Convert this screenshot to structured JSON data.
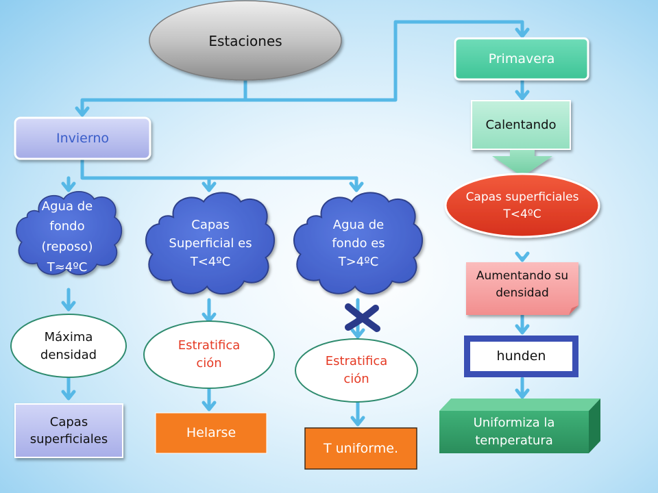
{
  "nodes": {
    "estaciones": "Estaciones",
    "invierno": "Invierno",
    "primavera": "Primavera",
    "agua_fondo_reposo": "Agua de fondo (reposo) T≈4ºC",
    "capas_superficiales_cloud": "Capas Superficial es T<4ºC",
    "agua_fondo_mayor": "Agua de fondo es T>4ºC",
    "maxima_densidad": "Máxima densidad",
    "estratificacion_1": "Estratifica ción",
    "estratificacion_2": "Estratifica ción",
    "capas_superficiales_box": "Capas superficiales",
    "helarse": "Helarse",
    "t_uniforme": "T uniforme.",
    "calentando": "Calentando",
    "capas_superficiales_red": "Capas superficiales T<4ºC",
    "aumentando_densidad": "Aumentando su densidad",
    "hunden": "hunden",
    "uniformiza": "Uniformiza la temperatura"
  },
  "colors": {
    "connector": "#56b8e6",
    "invierno_fill": "#b9bfed",
    "primavera_fill": "#4fcfa6",
    "cloud_fill": "#4a6bd3",
    "orange": "#f47c20",
    "red": "#e53a24",
    "pink": "#f6a3a3",
    "navy": "#3a4fb4",
    "green_3d": "#2e9c65",
    "teal_light": "#a8e6cf"
  },
  "icons": {
    "blocked_marker": "x-mark"
  }
}
